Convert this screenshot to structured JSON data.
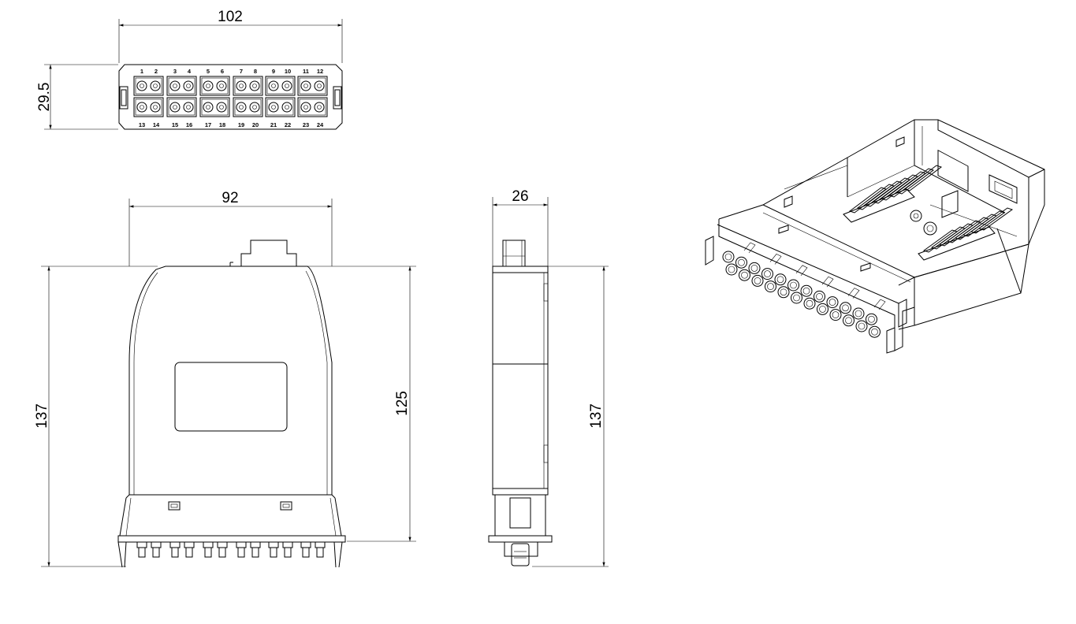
{
  "dimensions": {
    "front_width": "102",
    "front_height": "29.5",
    "top_width": "92",
    "top_length": "137",
    "top_body_length": "125",
    "side_width": "26",
    "side_length": "137"
  },
  "ports_top": [
    "1",
    "2",
    "3",
    "4",
    "5",
    "6",
    "7",
    "8",
    "9",
    "10",
    "11",
    "12"
  ],
  "ports_bottom": [
    "13",
    "14",
    "15",
    "16",
    "17",
    "18",
    "19",
    "20",
    "21",
    "22",
    "23",
    "24"
  ],
  "colors": {
    "line": "#000000",
    "background": "#ffffff"
  }
}
